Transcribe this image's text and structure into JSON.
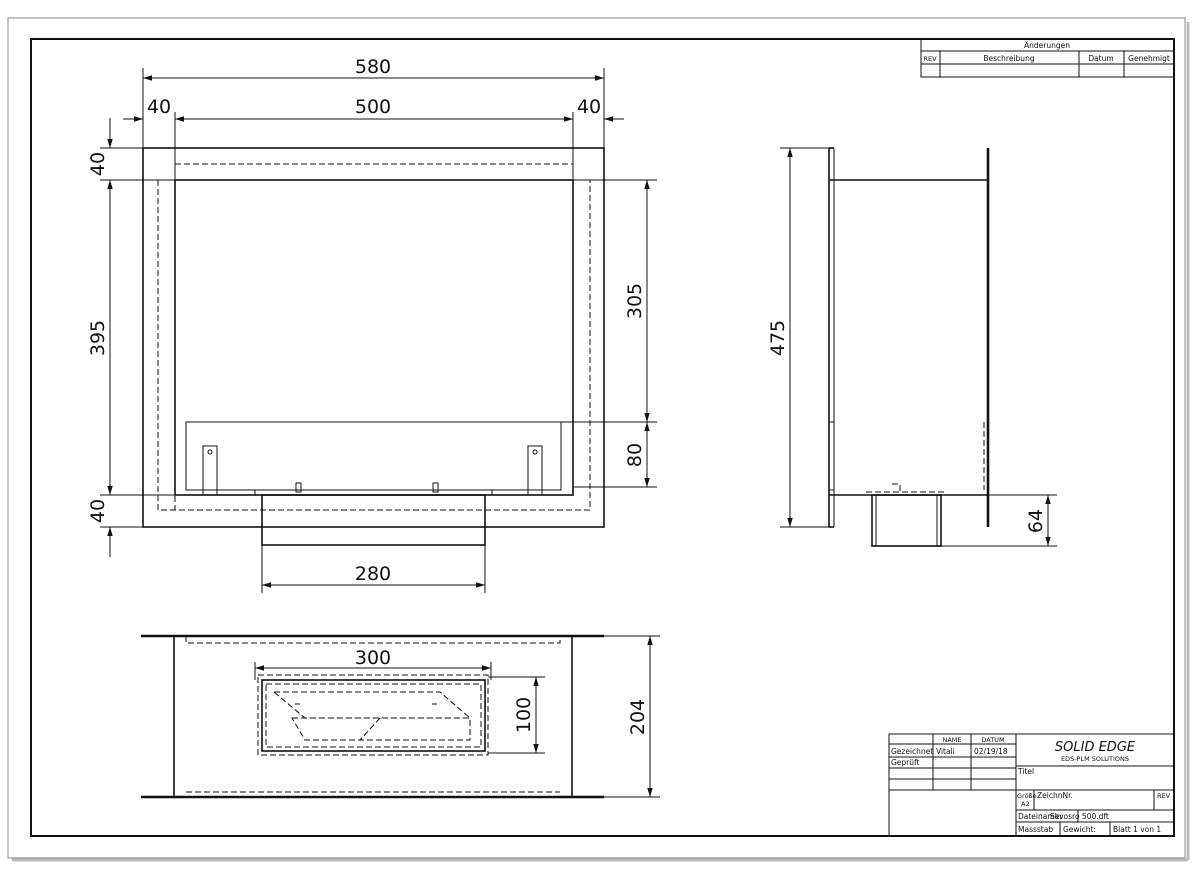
{
  "drawing": {
    "front_view": {
      "dim_overall_width": "580",
      "dim_left_margin": "40",
      "dim_inner_width": "500",
      "dim_right_margin": "40",
      "dim_top_margin": "40",
      "dim_height": "395",
      "dim_bottom_margin": "40",
      "dim_opening_height": "305",
      "dim_burner_height": "80",
      "dim_duct_width": "280"
    },
    "side_view": {
      "dim_height": "475",
      "dim_duct_depth": "64"
    },
    "top_view": {
      "dim_opening_width": "300",
      "dim_opening_depth": "100",
      "dim_depth": "204"
    }
  },
  "revision_table": {
    "title": "Änderungen",
    "columns": [
      "REV",
      "Beschreibung",
      "Datum",
      "Genehmigt"
    ]
  },
  "title_block": {
    "header_name": "NAME",
    "header_date": "DATUM",
    "drawn_label": "Gezeichnet",
    "drawn_name": "Vitali",
    "drawn_date": "02/19/18",
    "checked_label": "Geprüft",
    "brand_name": "SOLID EDGE",
    "brand_sub": "EDS-PLM SOLUTIONS",
    "title_label": "Titel",
    "size_label": "Größe",
    "size_value": "A2",
    "drawing_no_label": "ZeichnNr.",
    "rev_label": "REV",
    "filename_label": "Dateiname:",
    "filename_value": "Skvosro 500.dft",
    "scale_label": "Massstab",
    "weight_label": "Gewicht:",
    "sheet_label": "Blatt 1 von 1"
  }
}
